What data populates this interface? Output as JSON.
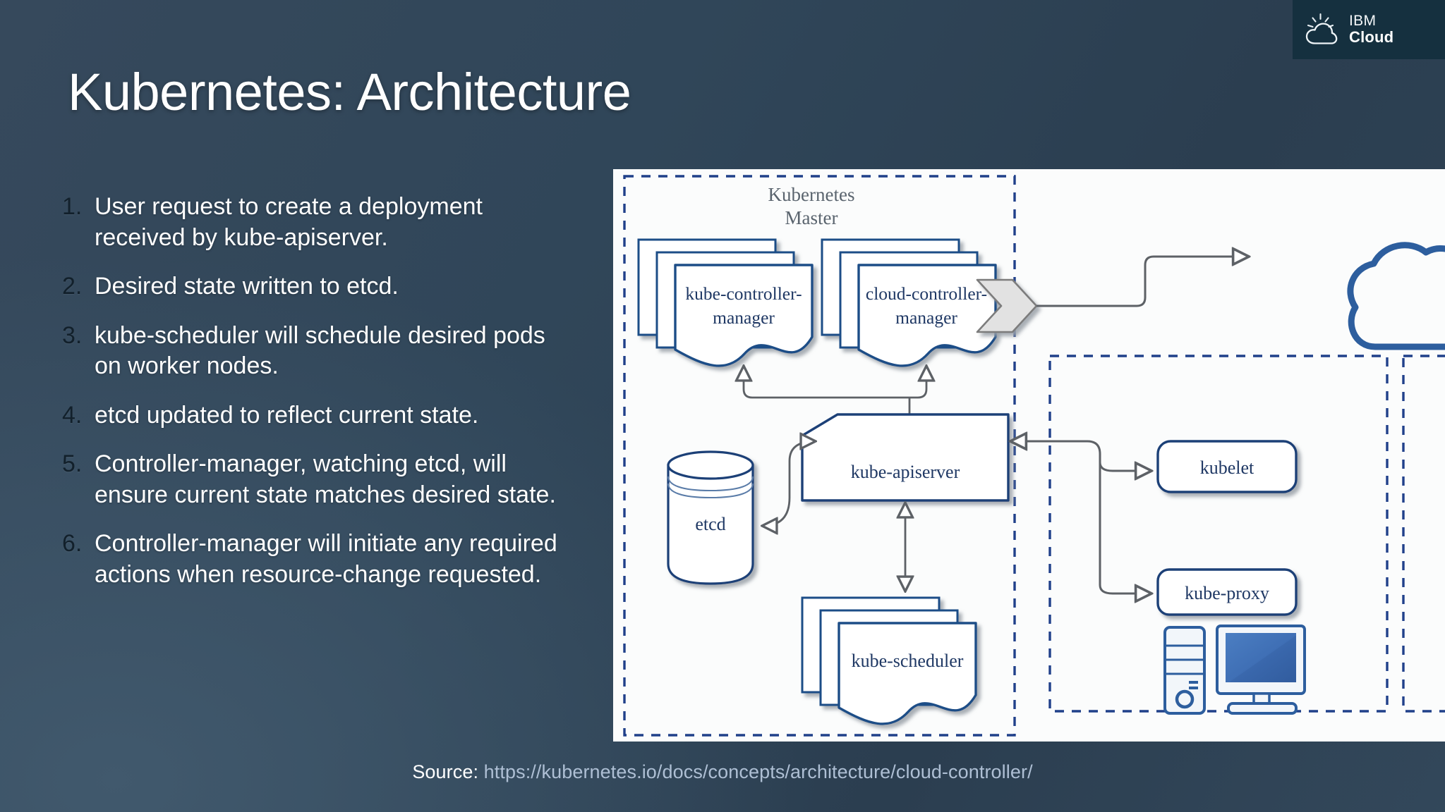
{
  "brand": {
    "icon": "ibm-cloud-mark",
    "line1": "IBM",
    "line2": "Cloud"
  },
  "title": "Kubernetes: Architecture",
  "steps": [
    {
      "num": "1.",
      "text": "User request to create a deployment received by kube-apiserver."
    },
    {
      "num": "2.",
      "text": "Desired state written to etcd."
    },
    {
      "num": "3.",
      "text": "kube-scheduler will schedule desired pods on worker nodes."
    },
    {
      "num": "4.",
      "text": "etcd updated to reflect current state."
    },
    {
      "num": "5.",
      "text": "Controller-manager, watching etcd, will ensure current state matches desired state."
    },
    {
      "num": "6.",
      "text": "Controller-manager will initiate any required actions when resource-change requested."
    }
  ],
  "source": {
    "label": "Source:",
    "url": "https://kubernetes.io/docs/concepts/architecture/cloud-controller/"
  },
  "diagram": {
    "master_label_line1": "Kubernetes",
    "master_label_line2": "Master",
    "kube_controller_manager": "kube-controller-manager",
    "kube_controller_manager_line1": "kube-controller-",
    "kube_controller_manager_line2": "manager",
    "cloud_controller_manager": "cloud-controller-manager",
    "cloud_controller_manager_line1": "cloud-controller-",
    "cloud_controller_manager_line2": "manager",
    "kube_apiserver": "kube-apiserver",
    "etcd": "etcd",
    "kube_scheduler": "kube-scheduler",
    "kubelet": "kubelet",
    "kube_proxy": "kube-proxy"
  },
  "colors": {
    "slide_bg_dark": "#2b3e50",
    "slide_bg_light": "#41596d",
    "badge_bg": "#15303f",
    "diagram_bg": "#fbfcfc",
    "shape_stroke": "#1f4e87",
    "shape_stroke_dark": "#123b6b",
    "dash_blue": "#20408a",
    "connector_gray": "#5d6166",
    "text_blue": "#1f3864",
    "text_gray": "#555c63",
    "monitor_fill": "#3f6fb5",
    "url_color": "#aebfd4",
    "number_color": "#12202b"
  }
}
